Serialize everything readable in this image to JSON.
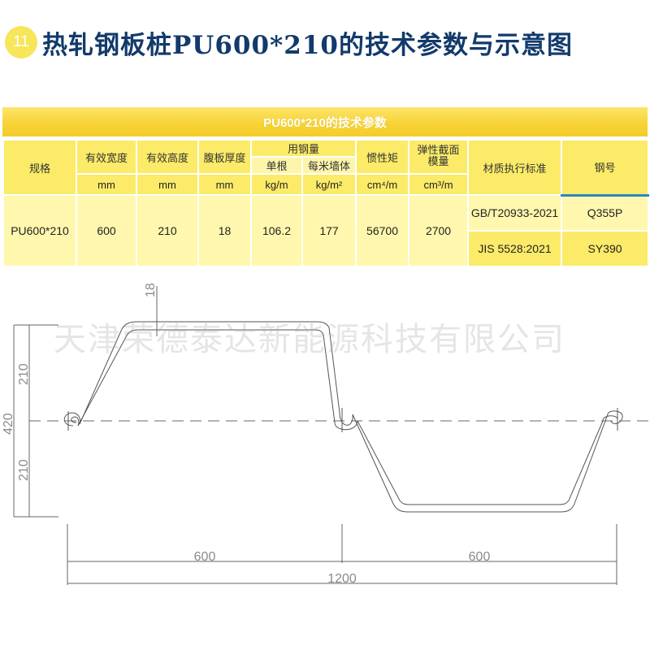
{
  "title": {
    "badge_number": "11",
    "text": "热轧钢板桩PU600*210的技术参数与示意图",
    "color": "#123a6b",
    "badge_color": "#f7e55a"
  },
  "table": {
    "caption": "PU600*210的技术参数",
    "headers": {
      "spec": "规格",
      "effective_width": "有效宽度",
      "effective_height": "有效高度",
      "web_thickness": "腹板厚度",
      "steel_usage": "用钢量",
      "steel_usage_single": "单根",
      "steel_usage_per_meter_wall": "每米墙体",
      "moment_of_inertia": "惯性矩",
      "section_modulus": "弹性截面模量",
      "material_standard": "材质执行标准",
      "steel_grade": "钢号"
    },
    "units": {
      "effective_width": "mm",
      "effective_height": "mm",
      "web_thickness": "mm",
      "steel_usage_single": "kg/m",
      "steel_usage_per_meter_wall": "kg/m²",
      "moment_of_inertia": "cm⁴/m",
      "section_modulus": "cm³/m"
    },
    "row": {
      "spec": "PU600*210",
      "effective_width": "600",
      "effective_height": "210",
      "web_thickness": "18",
      "steel_usage_single": "106.2",
      "steel_usage_per_meter_wall": "177",
      "moment_of_inertia": "56700",
      "section_modulus": "2700",
      "standards": [
        {
          "standard": "GB/T20933-2021",
          "grade": "Q355P"
        },
        {
          "standard": "JIS 5528:2021",
          "grade": "SY390"
        }
      ]
    },
    "colors": {
      "header_gradient_top": "#fde56a",
      "header_gradient_bottom": "#f4cd2c",
      "header_cell": "#fbeb69",
      "value_cell": "#fff7ad",
      "accent_line": "#2a86c9"
    }
  },
  "diagram": {
    "watermark": "天津荣德泰达新能源科技有限公司",
    "dimensions": {
      "thickness": "18",
      "upper_height": "210",
      "total_height": "420",
      "lower_height": "210",
      "left_width": "600",
      "right_width": "600",
      "total_width": "1200"
    }
  }
}
